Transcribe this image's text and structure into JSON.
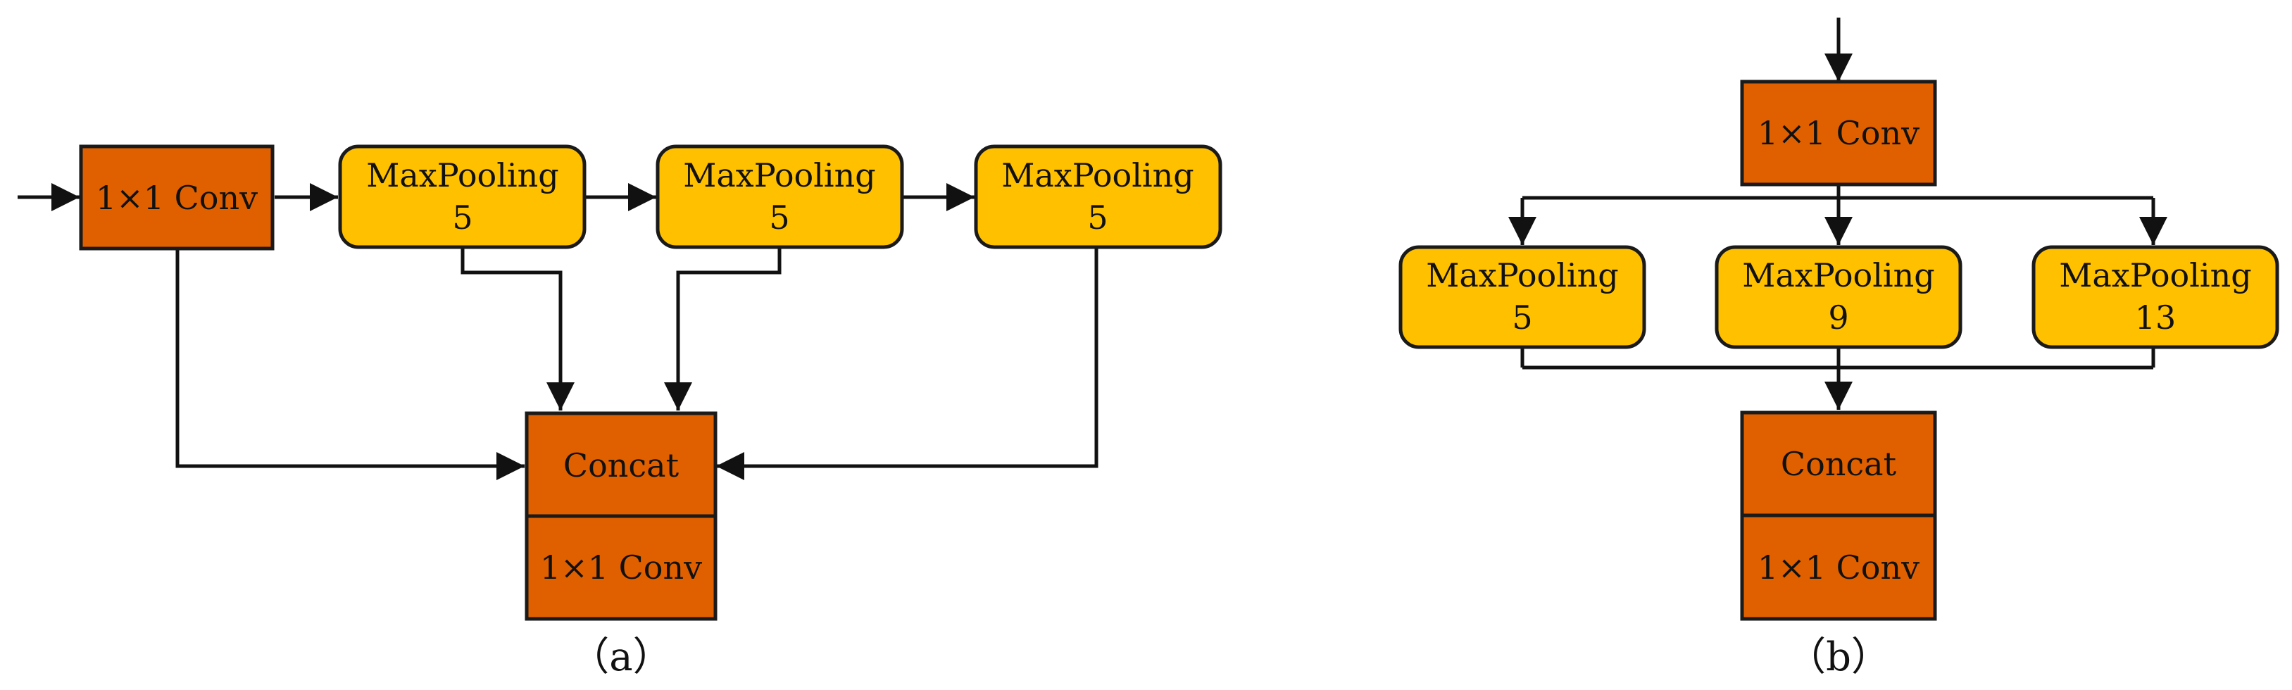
{
  "colors": {
    "conv_fill": "#E06000",
    "pool_fill": "#FFC000",
    "stroke": "#1A1A1A",
    "text": "#111111",
    "background": "#FFFFFF"
  },
  "diagram_a": {
    "caption": "（a）",
    "input_conv": "1×1 Conv",
    "pool1": {
      "line1": "MaxPooling",
      "line2": "5"
    },
    "pool2": {
      "line1": "MaxPooling",
      "line2": "5"
    },
    "pool3": {
      "line1": "MaxPooling",
      "line2": "5"
    },
    "concat": "Concat",
    "output_conv": "1×1 Conv"
  },
  "diagram_b": {
    "caption": "（b）",
    "input_conv": "1×1 Conv",
    "pool1": {
      "line1": "MaxPooling",
      "line2": "5"
    },
    "pool2": {
      "line1": "MaxPooling",
      "line2": "9"
    },
    "pool3": {
      "line1": "MaxPooling",
      "line2": "13"
    },
    "concat": "Concat",
    "output_conv": "1×1 Conv"
  }
}
